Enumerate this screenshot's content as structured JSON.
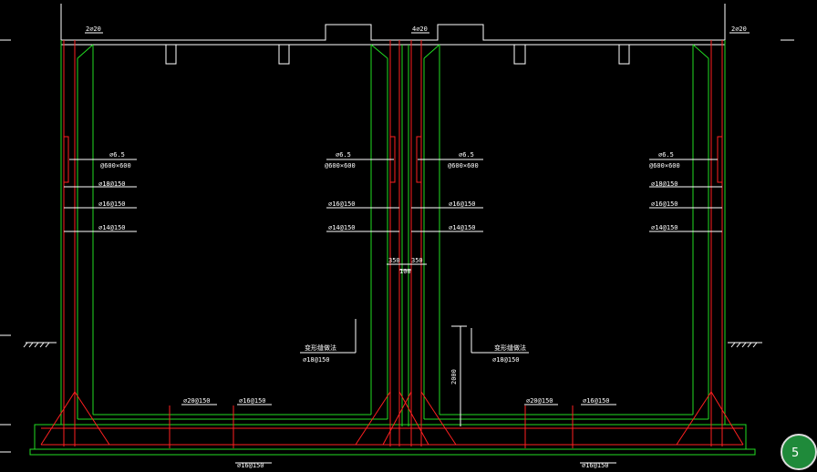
{
  "labels": {
    "top_left_rebar": "2⌀20",
    "top_mid_rebar": "4⌀20",
    "top_right_rebar": "2⌀20",
    "tie_spacing": "⌀6.5",
    "tie_grid": "@600×600",
    "v_bar_a": "⌀18@150",
    "v_bar_b": "⌀16@150",
    "v_bar_c": "⌀14@150",
    "dim_350_left": "350",
    "dim_350_right": "350",
    "dim_gap": "100",
    "joint_note": "变形缝做法",
    "joint_bar": "⌀18@150",
    "dim_2000": "2000",
    "slab_top_a": "⌀20@150",
    "slab_top_b": "⌀16@150",
    "slab_bottom": "⌀16@150"
  },
  "badge": "5",
  "colors": {
    "background": "#000000",
    "outline": "#ffffff",
    "concrete": "#22dd22",
    "rebar": "#ff2020"
  }
}
